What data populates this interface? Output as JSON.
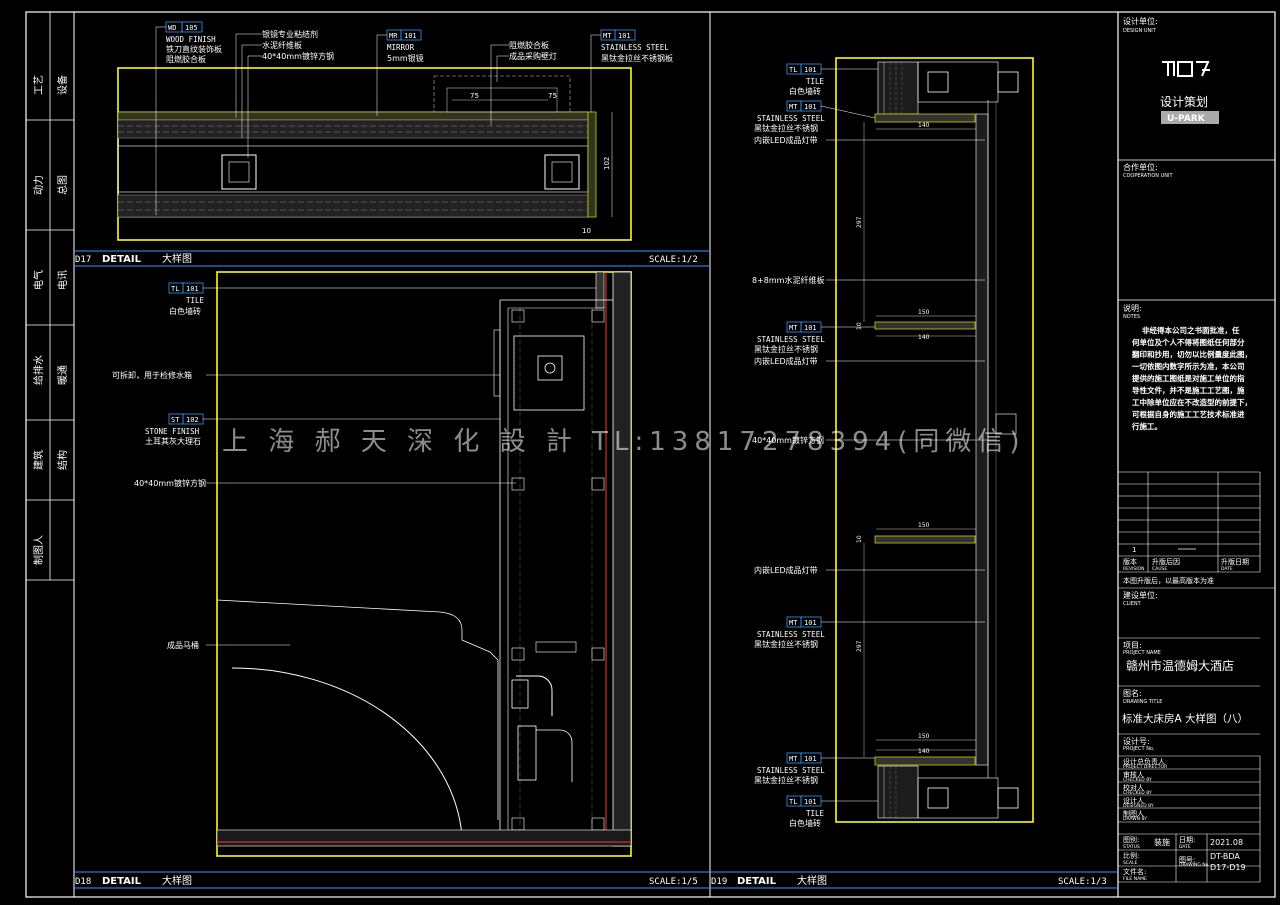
{
  "sidebar": {
    "rows": [
      {
        "a": "工艺",
        "b": "设备"
      },
      {
        "a": "动力",
        "b": "总图"
      },
      {
        "a": "电气",
        "b": "电讯"
      },
      {
        "a": "给排水",
        "b": "暖通"
      },
      {
        "a": "建筑",
        "b": "结构"
      },
      {
        "a": "制图人",
        "b": ""
      }
    ]
  },
  "watermark": "上 海 郝 天 深 化 設 計 TL:13817278394(同微信)",
  "d17": {
    "num": "D17",
    "title": "DETAIL",
    "cn": "大样图",
    "scale": "SCALE:1/2",
    "tags": [
      {
        "code": "WD",
        "num": "105",
        "lines": [
          "WOOD FINISH",
          "铁刀直纹装饰板",
          "阻燃胶合板"
        ]
      },
      {
        "code": "",
        "num": "",
        "lines": [
          "银镜专业粘结剂",
          "水泥纤维板",
          "40*40mm镀锌方钢"
        ]
      },
      {
        "code": "MR",
        "num": "101",
        "lines": [
          "MIRROR",
          "5mm银镜"
        ]
      },
      {
        "code": "",
        "num": "",
        "lines": [
          "阻燃胶合板",
          "成品采购壁灯"
        ]
      },
      {
        "code": "MT",
        "num": "101",
        "lines": [
          "STAINLESS STEEL",
          "黑钛金拉丝不锈钢板"
        ]
      }
    ],
    "dims": [
      "75",
      "75",
      "102",
      "10"
    ]
  },
  "d18": {
    "num": "D18",
    "title": "DETAIL",
    "cn": "大样图",
    "scale": "SCALE:1/5",
    "tags": [
      {
        "code": "TL",
        "num": "101",
        "lines": [
          "TILE",
          "白色墙砖"
        ]
      },
      {
        "code": "",
        "num": "",
        "lines": [
          "可拆卸，用于检修水箱"
        ]
      },
      {
        "code": "ST",
        "num": "102",
        "lines": [
          "STONE FINISH",
          "土耳其灰大理石"
        ]
      },
      {
        "code": "",
        "num": "",
        "lines": [
          "40*40mm镀锌方钢"
        ]
      },
      {
        "code": "",
        "num": "",
        "lines": [
          "成品马桶"
        ]
      }
    ]
  },
  "d19": {
    "num": "D19",
    "title": "DETAIL",
    "cn": "大样图",
    "scale": "SCALE:1/3",
    "tags": [
      {
        "code": "TL",
        "num": "101",
        "lines": [
          "TILE",
          "白色墙砖"
        ]
      },
      {
        "code": "MT",
        "num": "101",
        "lines": [
          "STAINLESS STEEL",
          "黑钛金拉丝不锈钢",
          "内嵌LED成品灯带"
        ]
      },
      {
        "code": "",
        "num": "",
        "lines": [
          "8+8mm水泥纤维板"
        ]
      },
      {
        "code": "MT",
        "num": "101",
        "lines": [
          "STAINLESS STEEL",
          "黑钛金拉丝不锈钢",
          "内嵌LED成品灯带"
        ]
      },
      {
        "code": "",
        "num": "",
        "lines": [
          "40*40mm镀锌方钢"
        ]
      },
      {
        "code": "",
        "num": "",
        "lines": [
          "内嵌LED成品灯带"
        ]
      },
      {
        "code": "MT",
        "num": "101",
        "lines": [
          "STAINLESS STEEL",
          "黑钛金拉丝不锈钢"
        ]
      },
      {
        "code": "MT",
        "num": "101",
        "lines": [
          "STAINLESS STEEL",
          "黑钛金拉丝不锈钢"
        ]
      },
      {
        "code": "TL",
        "num": "101",
        "lines": [
          "TILE",
          "白色墙砖"
        ]
      }
    ],
    "dims": [
      "140",
      "297",
      "150",
      "140",
      "150",
      "297",
      "150",
      "140",
      "10",
      "10"
    ]
  },
  "titleblock": {
    "design_unit": "设计单位:",
    "design_unit_en": "DESIGN UNIT",
    "logo_main": "设计策划",
    "logo_sub": "U-PARK",
    "coop": "合作单位:",
    "coop_en": "COOPERATION UNIT",
    "notes": "说明:",
    "notes_en": "NOTES",
    "notes_text": [
      "非经得本公司之书面批准，任",
      "何单位及个人不得将图纸任何部分",
      "翻印和抄用，切勿以比例量度此图，",
      "一切依图内数字所示为准，本公司",
      "提供的施工图纸是对施工单位的指",
      "导性文件，并不是施工工艺图，施",
      "工中除单位应在不改造型的前提下，",
      "可根据自身的施工工艺技术标准进",
      "行施工。"
    ],
    "rev_num": "1",
    "rev_label": "版本",
    "rev_label_en": "REVISION",
    "rev_after": "升版后因",
    "rev_after_en": "CAUSE",
    "rev_date": "升版日期",
    "rev_date_en": "DATE",
    "rev_note": "本图升版后，以最高版本为准",
    "client": "建设单位:",
    "client_en": "CLIENT",
    "project": "项目:",
    "project_en": "PROJECT NAME",
    "project_name": "赣州市温德姆大酒店",
    "drawing_title": "图名:",
    "drawing_title_en": "DRAWING TITLE",
    "drawing_name": "标准大床房A 大样图（八）",
    "proj_no": "设计号:",
    "proj_no_en": "PROJECT No.",
    "roles": [
      {
        "cn": "设计总负责人",
        "en": "PROJECT DIRECTOR"
      },
      {
        "cn": "审核人",
        "en": "CHECKED BY"
      },
      {
        "cn": "校对人",
        "en": "CHECKED BY"
      },
      {
        "cn": "设计人",
        "en": "DESIGNED BY"
      },
      {
        "cn": "制图人",
        "en": "DRAWN BY"
      }
    ],
    "status": "图别:",
    "status_en": "STATUS",
    "status_val": "装施",
    "date": "日期:",
    "date_en": "DATE",
    "date_val": "2021.08",
    "scale": "比例:",
    "scale_en": "SCALE",
    "dwgno": "图号:",
    "dwgno_en": "DRAWING No.",
    "dwgno_val": "DT-BDA",
    "file": "文件名:",
    "file_en": "FILE NAME",
    "file_val": "D17-D19"
  }
}
